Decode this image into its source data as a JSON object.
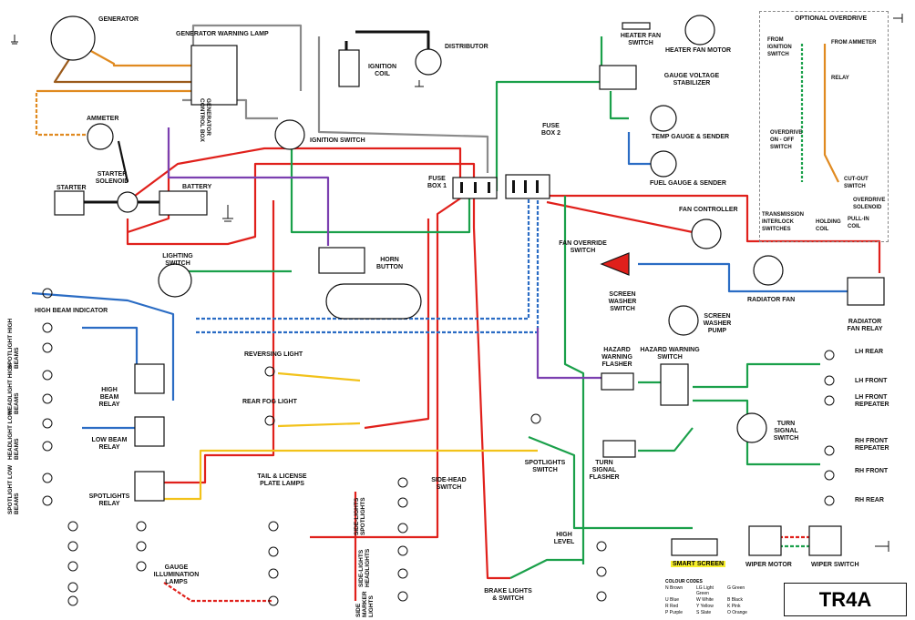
{
  "title": "TR4A",
  "optional_overdrive": {
    "heading": "OPTIONAL OVERDRIVE",
    "labels": [
      "FROM IGNITION SWITCH",
      "FROM AMMETER",
      "RELAY",
      "OVERDRIVE ON - OFF SWITCH",
      "CUT-OUT SWITCH",
      "OVERDRIVE SOLENOID",
      "TRANSMISSION INTERLOCK SWITCHES",
      "HOLDING COIL",
      "PULL-IN COIL"
    ]
  },
  "components": {
    "generator": "GENERATOR",
    "generator_warning_lamp": "GENERATOR WARNING LAMP",
    "generator_control_box": "GENERATOR CONTROL BOX",
    "ammeter": "AMMETER",
    "starter": "STARTER",
    "starter_solenoid": "STARTER SOLENOID",
    "battery": "BATTERY",
    "ignition_coil": "IGNITION COIL",
    "distributor": "DISTRIBUTOR",
    "ignition_switch": "IGNITION SWITCH",
    "fuse_box_1": "FUSE BOX 1",
    "fuse_box_2": "FUSE BOX 2",
    "heater_fan_switch": "HEATER FAN SWITCH",
    "heater_fan_motor": "HEATER FAN MOTOR",
    "gauge_voltage_stabilizer": "GAUGE VOLTAGE STABILIZER",
    "temp_gauge": "TEMP GAUGE & SENDER",
    "fuel_gauge": "FUEL GAUGE & SENDER",
    "fan_controller": "FAN CONTROLLER",
    "fan_override_switch": "FAN OVERRIDE SWITCH",
    "radiator_fan": "RADIATOR FAN",
    "radiator_fan_relay": "RADIATOR FAN RELAY",
    "screen_washer_switch": "SCREEN WASHER SWITCH",
    "screen_washer_pump": "SCREEN WASHER PUMP",
    "hazard_warning_flasher": "HAZARD WARNING FLASHER",
    "hazard_warning_switch": "HAZARD WARNING SWITCH",
    "turn_signal_flasher": "TURN SIGNAL FLASHER",
    "turn_signal_switch": "TURN SIGNAL SWITCH",
    "lighting_switch": "LIGHTING SWITCH",
    "horn_button": "HORN BUTTON",
    "high_beam_indicator": "HIGH BEAM INDICATOR",
    "high_beam_relay": "HIGH BEAM RELAY",
    "low_beam_relay": "LOW BEAM RELAY",
    "spotlights_relay": "SPOTLIGHTS RELAY",
    "reversing_light": "REVERSING LIGHT",
    "rear_fog_light": "REAR FOG LIGHT",
    "spotlights_switch": "SPOTLIGHTS SWITCH",
    "tail_license": "TAIL & LICENSE PLATE LAMPS",
    "gauge_illumination": "GAUGE ILLUMINATION LAMPS",
    "side_head_switch": "SIDE-HEAD SWITCH",
    "brake_lights": "BRAKE LIGHTS & SWITCH",
    "high_level": "HIGH LEVEL",
    "smart_screen": "SMART SCREEN",
    "wiper_motor": "WIPER MOTOR",
    "wiper_switch": "WIPER SWITCH",
    "lh_rear": "LH REAR",
    "lh_front": "LH FRONT",
    "lh_front_repeater": "LH FRONT REPEATER",
    "rh_front_repeater": "RH FRONT REPEATER",
    "rh_front": "RH FRONT",
    "rh_rear": "RH REAR"
  },
  "side_labels": {
    "spot_high": "SPOTLIGHT HIGH BEAMS",
    "head_high": "HEADLIGHT HIGH BEAMS",
    "head_low": "HEADLIGHT LOW BEAMS",
    "spot_low": "SPOTLIGHT LOW BEAMS",
    "side_lights_spot": "SIDE-LIGHTS SPOTLIGHTS",
    "side_lights_head": "SIDE-LIGHTS HEADLIGHTS",
    "side_marker": "SIDE MARKER LIGHTS"
  },
  "colour_codes": {
    "heading": "COLOUR CODES",
    "items": [
      "N Brown",
      "LG Light Green",
      "G Green",
      "U Blue",
      "W White",
      "B Black",
      "R Red",
      "Y Yellow",
      "K Pink",
      "P Purple",
      "S Slate",
      "O Orange"
    ]
  },
  "colors": {
    "red": "#e0201b",
    "green": "#1aa04a",
    "blue": "#2a6cc4",
    "orange": "#e08a20",
    "purple": "#7b3fb0",
    "yellow": "#f2c21a",
    "black": "#111111",
    "grey": "#8a8a8a",
    "white": "#cfcfcf",
    "brown": "#9b5a1a"
  }
}
